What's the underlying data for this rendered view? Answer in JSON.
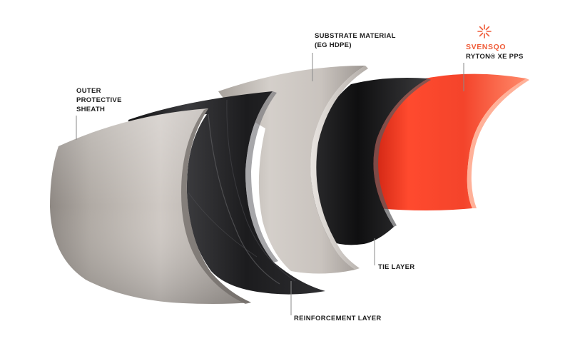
{
  "labels": {
    "outer_sheath": [
      "OUTER",
      "PROTECTIVE",
      "SHEATH"
    ],
    "substrate": [
      "SUBSTRATE MATERIAL",
      "(EG HDPE)"
    ],
    "brand": "SVENSQO",
    "liner": "RYTON® XE PPS",
    "tie_layer": "TIE LAYER",
    "reinforcement": "REINFORCEMENT LAYER"
  },
  "colors": {
    "brand_orange": "#ef5a36",
    "liner_red": "#f2412a",
    "sheath_gray": "#b9b3ad",
    "dark_layer": "#1f1f21",
    "label_text": "#1d1d1d"
  },
  "icons": {
    "brand_logo": "sunburst-logo-icon"
  }
}
